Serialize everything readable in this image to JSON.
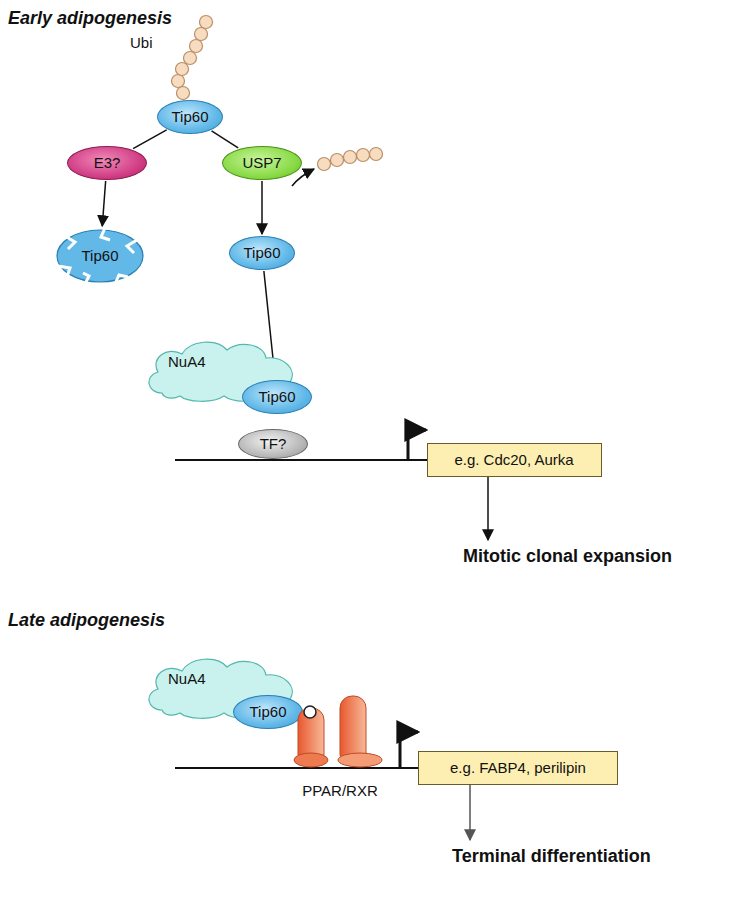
{
  "diagram": {
    "nodes": [
      {
        "text": [
          "Tip60"
        ]
      },
      {
        "text": [
          "E3?"
        ]
      },
      {
        "text": [
          "USP7"
        ]
      },
      {
        "text": [
          "Tip60"
        ]
      },
      {
        "text": [
          "Tip60"
        ]
      },
      {
        "text": [
          "NuA4"
        ]
      },
      {
        "text": [
          "Tip60"
        ]
      },
      {
        "text": [
          "TF?"
        ]
      },
      {
        "text": [
          "e.g. Cdc20, Aurka"
        ]
      },
      {
        "text": [
          "NuA4"
        ]
      },
      {
        "text": [
          "Tip60"
        ]
      },
      {
        "text": [
          "PPAR/RXR"
        ]
      },
      {
        "text": [
          "e.g. FABP4, perilipin"
        ]
      }
    ],
    "edges": [
      {
        "from": 0,
        "to": 1,
        "arrow": "none"
      },
      {
        "from": 0,
        "to": 2,
        "arrow": "none"
      },
      {
        "from": 1,
        "to": 3,
        "arrow": "to"
      },
      {
        "from": 2,
        "to": 4,
        "arrow": "to"
      },
      {
        "from": 4,
        "to": 6,
        "arrow": "to"
      }
    ],
    "labels": [
      "Early adipogenesis",
      "Ubi",
      "Mitotic clonal expansion",
      "Late adipogenesis",
      "Terminal differentiation"
    ]
  }
}
